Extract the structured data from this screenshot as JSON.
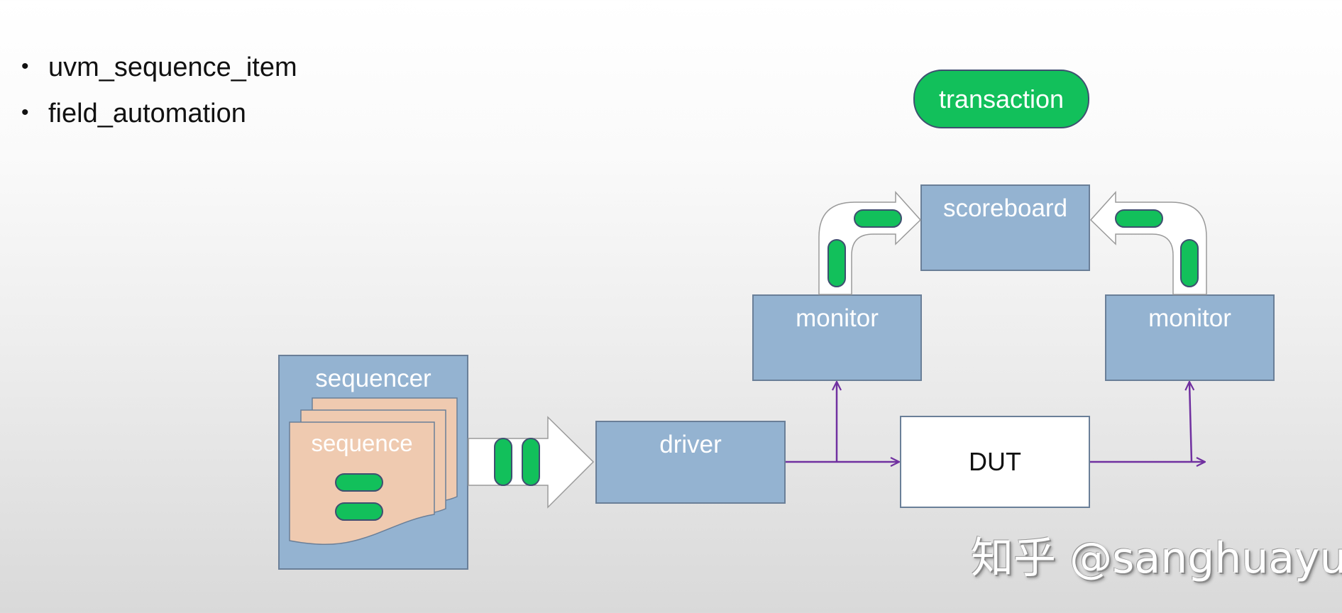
{
  "bullets": [
    "uvm_sequence_item",
    "field_automation"
  ],
  "bullet_glyph": "•",
  "legend": {
    "transaction": "transaction"
  },
  "blocks": {
    "sequencer": "sequencer",
    "sequence": "sequence",
    "driver": "driver",
    "dut": "DUT",
    "monitor_left": "monitor",
    "monitor_right": "monitor",
    "scoreboard": "scoreboard"
  },
  "watermark": "知乎 @sanghuayu",
  "colors": {
    "block_fill": "#94b3d1",
    "block_border": "#6a7f98",
    "transaction_green": "#12c05b",
    "sequence_fill": "#efcab0",
    "signal_arrow": "#7030a0"
  }
}
